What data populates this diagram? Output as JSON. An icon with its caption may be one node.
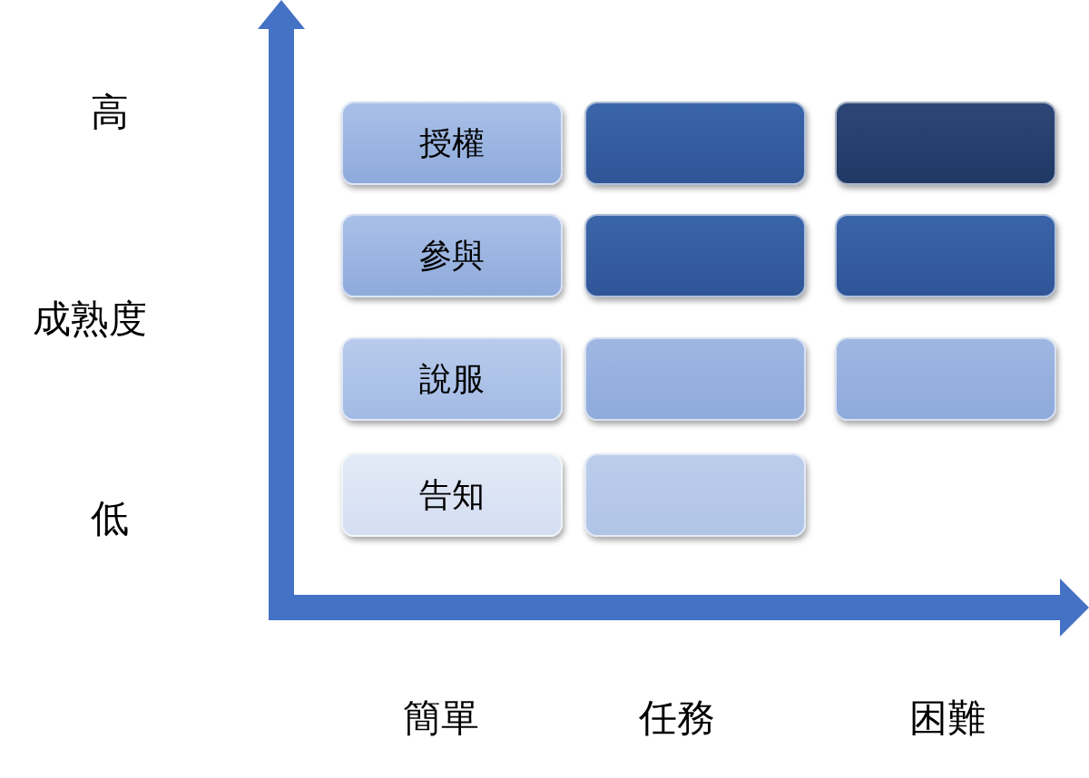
{
  "diagram": {
    "nodes": [
      {
        "text": [
          "授權"
        ]
      },
      {
        "text": [],
        "shape": "box"
      },
      {
        "text": [],
        "shape": "box"
      },
      {
        "text": [
          "參與"
        ]
      },
      {
        "text": [],
        "shape": "box"
      },
      {
        "text": [],
        "shape": "box"
      },
      {
        "text": [
          "說服"
        ]
      },
      {
        "text": [],
        "shape": "box"
      },
      {
        "text": [],
        "shape": "box"
      },
      {
        "text": [
          "告知"
        ]
      },
      {
        "text": [],
        "shape": "box"
      }
    ],
    "labels": [
      "高",
      "成熟度",
      "低",
      "簡單",
      "任務",
      "困難"
    ]
  }
}
